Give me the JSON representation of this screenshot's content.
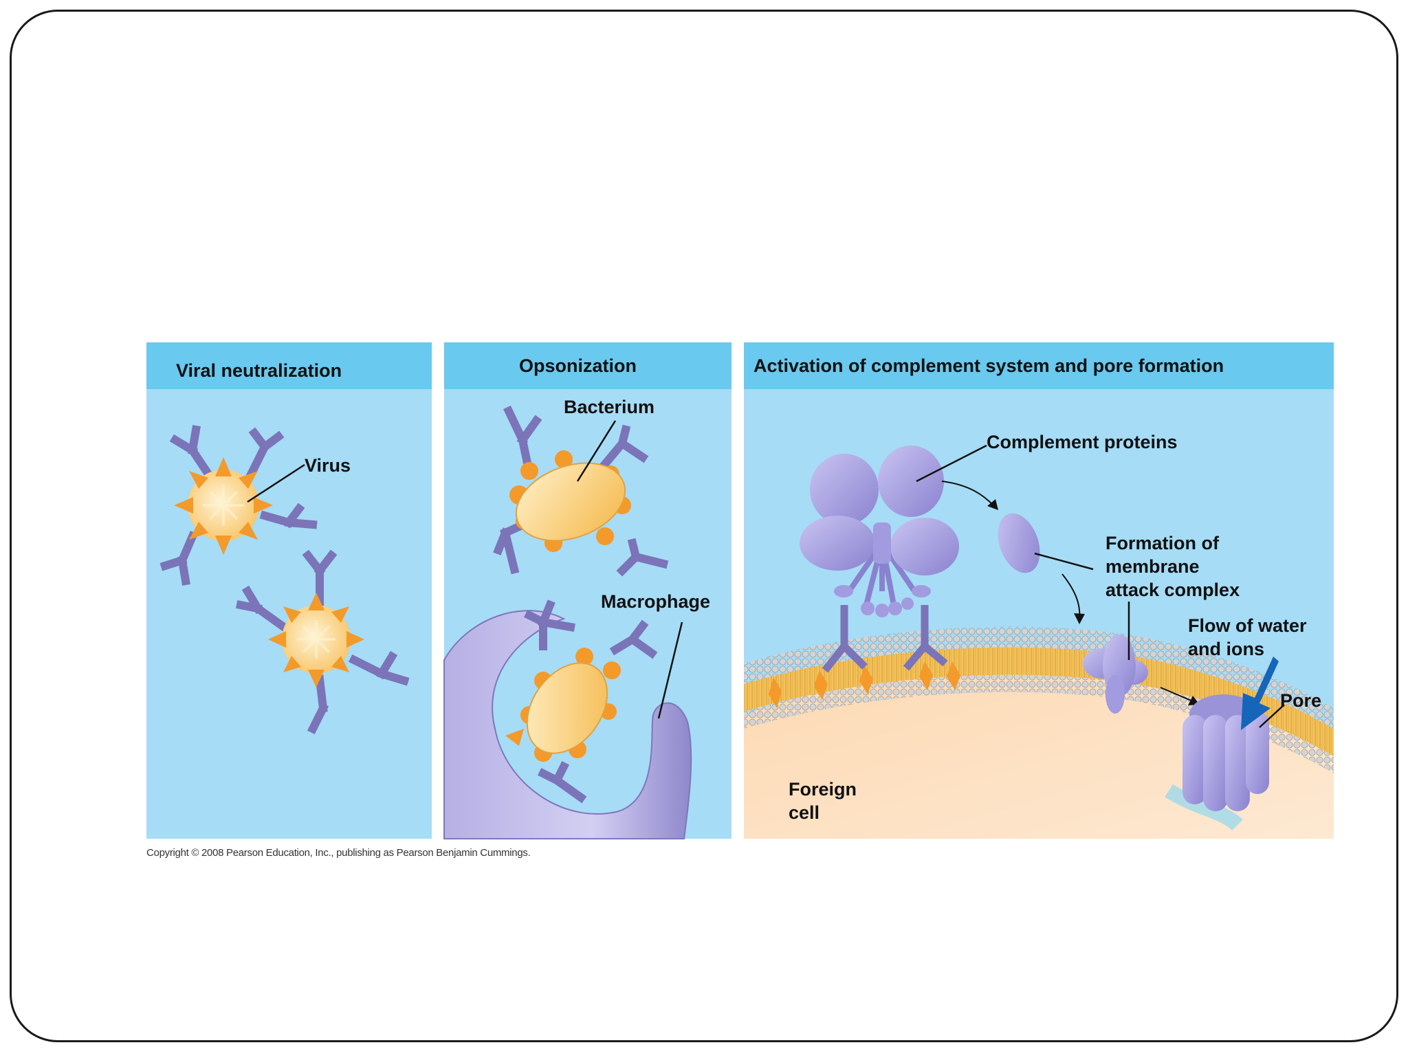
{
  "panels": {
    "viral": {
      "title": "Viral neutralization",
      "virus_label": "Virus"
    },
    "opsonization": {
      "title": "Opsonization",
      "bacterium_label": "Bacterium",
      "macrophage_label": "Macrophage"
    },
    "complement": {
      "title": "Activation of complement system and pore formation",
      "complement_label": "Complement proteins",
      "mac_label_1": "Formation of",
      "mac_label_2": "membrane",
      "mac_label_3": "attack complex",
      "flow_label_1": "Flow of water",
      "flow_label_2": "and ions",
      "pore_label": "Pore",
      "foreign_label_1": "Foreign",
      "foreign_label_2": "cell"
    }
  },
  "copyright": "Copyright © 2008 Pearson Education, Inc., publishing as Pearson Benjamin Cummings.",
  "colors": {
    "panel_bg": "#a6dcf5",
    "header_bg": "#69c9ef",
    "antibody": "#7b74b8",
    "antigen": "#f39a2b",
    "pathogen": "#fbd98e",
    "protein": "#a29be0",
    "membrane": "#f2c15a",
    "cytoplasm": "#fde2c4",
    "flow_arrow": "#1565b8"
  }
}
